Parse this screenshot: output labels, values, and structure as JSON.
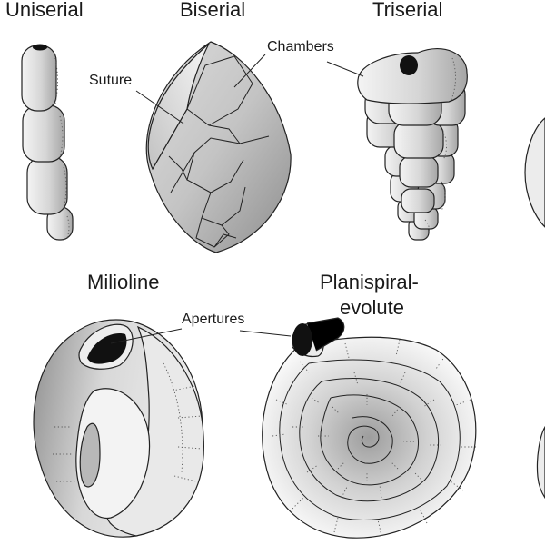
{
  "titles": {
    "uniserial": "Uniserial",
    "biserial": "Biserial",
    "triserial": "Triserial",
    "milioline": "Milioline",
    "planispiral_line1": "Planispiral-",
    "planispiral_line2": "evolute"
  },
  "callouts": {
    "suture": "Suture",
    "chambers": "Chambers",
    "apertures": "Apertures"
  },
  "colors": {
    "outline": "#222222",
    "shell_light": "#f2f2f2",
    "shell_mid": "#c8c8c8",
    "shell_dark": "#9a9a9a",
    "aperture": "#111111"
  }
}
